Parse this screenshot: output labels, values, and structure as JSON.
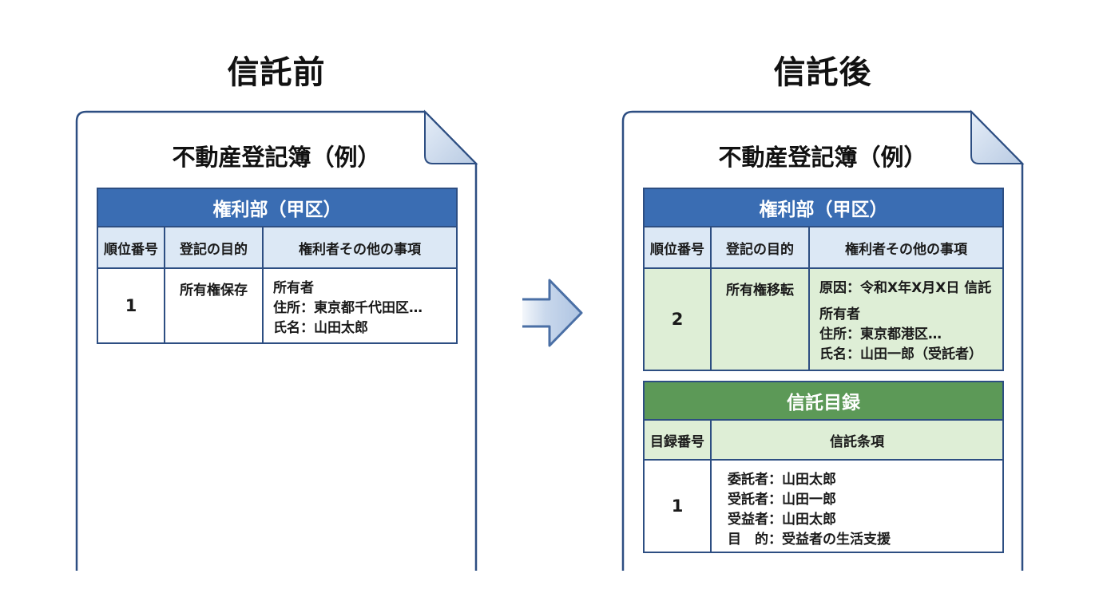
{
  "before": {
    "heading": "信託前",
    "doc_title": "不動産登記簿（例）",
    "section_title": "権利部（甲区）",
    "columns": [
      "順位番号",
      "登記の目的",
      "権利者その他の事項"
    ],
    "row": {
      "number": "1",
      "purpose": "所有権保存",
      "details": [
        "所有者",
        "住所：東京都千代田区…",
        "氏名：山田太郎"
      ]
    }
  },
  "after": {
    "heading": "信託後",
    "doc_title": "不動産登記簿（例）",
    "section_title": "権利部（甲区）",
    "columns": [
      "順位番号",
      "登記の目的",
      "権利者その他の事項"
    ],
    "row": {
      "number": "2",
      "purpose": "所有権移転",
      "cause": "原因：令和X年X月X日 信託",
      "details": [
        "所有者",
        "住所：東京都港区…",
        "氏名：山田一郎（受託者）"
      ]
    },
    "trust": {
      "title": "信託目録",
      "columns": [
        "目録番号",
        "信託条項"
      ],
      "row": {
        "number": "1",
        "items": [
          "委託者：山田太郎",
          "受託者：山田一郎",
          "受益者：山田太郎",
          "目　的：受益者の生活支援"
        ]
      }
    }
  },
  "colors": {
    "border": "#2d4e82",
    "blue_header": "#3a6db3",
    "blue_light": "#dce8f5",
    "green_header": "#5c9957",
    "green_light": "#deeed6",
    "arrow": "#4a6fa5"
  }
}
